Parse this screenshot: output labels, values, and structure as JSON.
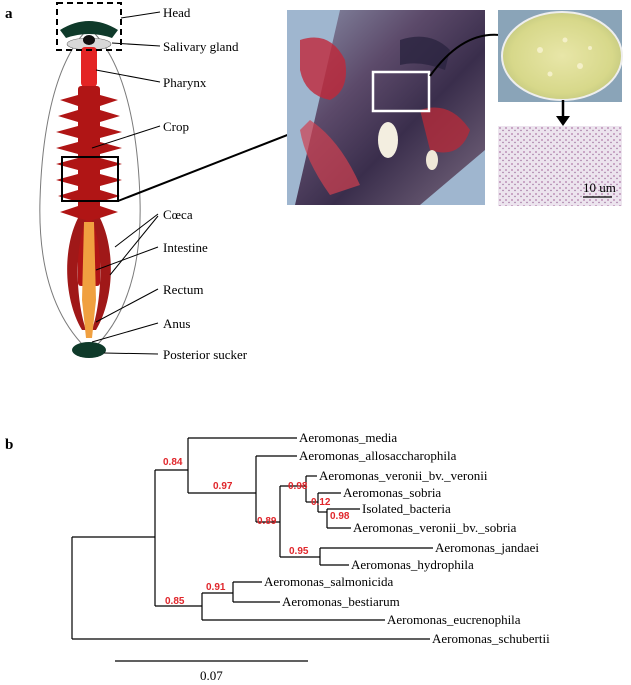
{
  "panel_a": {
    "label": "a",
    "anatomy_labels": [
      "Head",
      "Salivary gland",
      "Pharynx",
      "Crop",
      "Cœca",
      "Intestine",
      "Rectum",
      "Anus",
      "Posterior sucker"
    ],
    "micro_scale": "10 um"
  },
  "panel_b": {
    "label": "b",
    "taxa": [
      "Aeromonas_media",
      "Aeromonas_allosaccharophila",
      "Aeromonas_veronii_bv._veronii",
      "Aeromonas_sobria",
      "Isolated_bacteria",
      "Aeromonas_veronii_bv._sobria",
      "Aeromonas_jandaei",
      "Aeromonas_hydrophila",
      "Aeromonas_salmonicida",
      "Aeromonas_bestiarum",
      "Aeromonas_eucrenophila",
      "Aeromonas_schubertii"
    ],
    "supports": [
      "0.84",
      "0.97",
      "0.98",
      "0.12",
      "0.89",
      "0.98",
      "0.95",
      "0.91",
      "0.85"
    ],
    "scale_bar": "0.07",
    "colors": {
      "support": "#e0262b"
    }
  }
}
